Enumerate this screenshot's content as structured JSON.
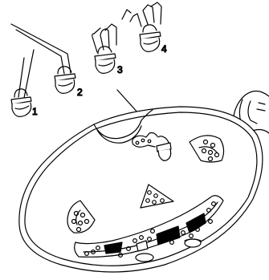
{
  "diagram": {
    "leds": [
      {
        "label": "1"
      },
      {
        "label": "2"
      },
      {
        "label": "3"
      },
      {
        "label": "4"
      }
    ]
  }
}
